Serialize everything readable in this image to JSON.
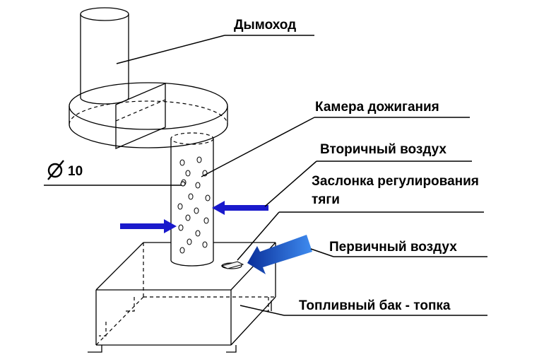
{
  "labels": {
    "chimney": "Дымоход",
    "afterburner": "Камера дожигания",
    "secondary_air": "Вторичный воздух",
    "damper_line1": "Заслонка регулирования",
    "damper_line2": "тяги",
    "primary_air": "Первичный воздух",
    "fuel_tank": "Топливный бак - топка",
    "hole_diameter": "10"
  },
  "colors": {
    "arrow_blue": "#1a1acc",
    "arrow_light_blue": "#2a6fe0"
  }
}
